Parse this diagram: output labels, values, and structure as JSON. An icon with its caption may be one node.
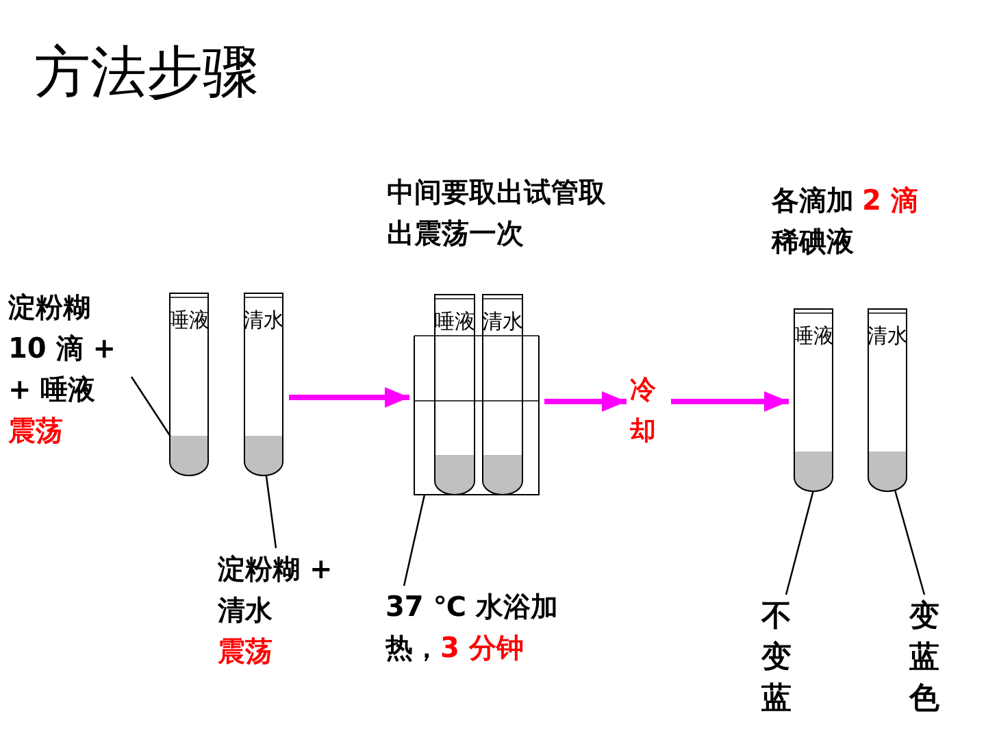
{
  "diagram": {
    "title": "方法步骤",
    "nodes": [
      {
        "text": [
          "淀粉糊 10 滴 + + 唾液",
          "震荡"
        ]
      },
      {
        "text": [
          "唾液"
        ]
      },
      {
        "text": [
          "清水"
        ]
      },
      {
        "text": [
          "淀粉糊 + 清水",
          "震荡"
        ]
      },
      {
        "text": [
          "中间要取出试管取出震荡一次"
        ]
      },
      {
        "text": [],
        "shape": "beaker"
      },
      {
        "text": [
          "唾液"
        ]
      },
      {
        "text": [
          "清水"
        ]
      },
      {
        "text": [
          "37 ℃ 水浴加热，",
          "3 分钟"
        ]
      },
      {
        "text": [
          "冷却"
        ]
      },
      {
        "text": [
          "各滴加",
          "2 滴",
          "稀碘液"
        ]
      },
      {
        "text": [
          "唾液"
        ]
      },
      {
        "text": [
          "清水"
        ]
      },
      {
        "text": [
          "不变蓝"
        ]
      },
      {
        "text": [
          "变蓝色"
        ]
      }
    ],
    "edges": [
      {
        "from": 0,
        "to": 1,
        "arrow": "none"
      },
      {
        "from": 3,
        "to": 2,
        "arrow": "none"
      },
      {
        "from": 2,
        "to": 5,
        "arrow": "to",
        "style": "thick",
        "color": "#ff00ff"
      },
      {
        "from": 8,
        "to": 5,
        "arrow": "none"
      },
      {
        "from": 5,
        "to": 9,
        "arrow": "to",
        "style": "thick",
        "color": "#ff00ff"
      },
      {
        "from": 9,
        "to": 11,
        "arrow": "to",
        "style": "thick",
        "color": "#ff00ff"
      },
      {
        "from": 13,
        "to": 11,
        "arrow": "none"
      },
      {
        "from": 14,
        "to": 12,
        "arrow": "none"
      }
    ]
  }
}
